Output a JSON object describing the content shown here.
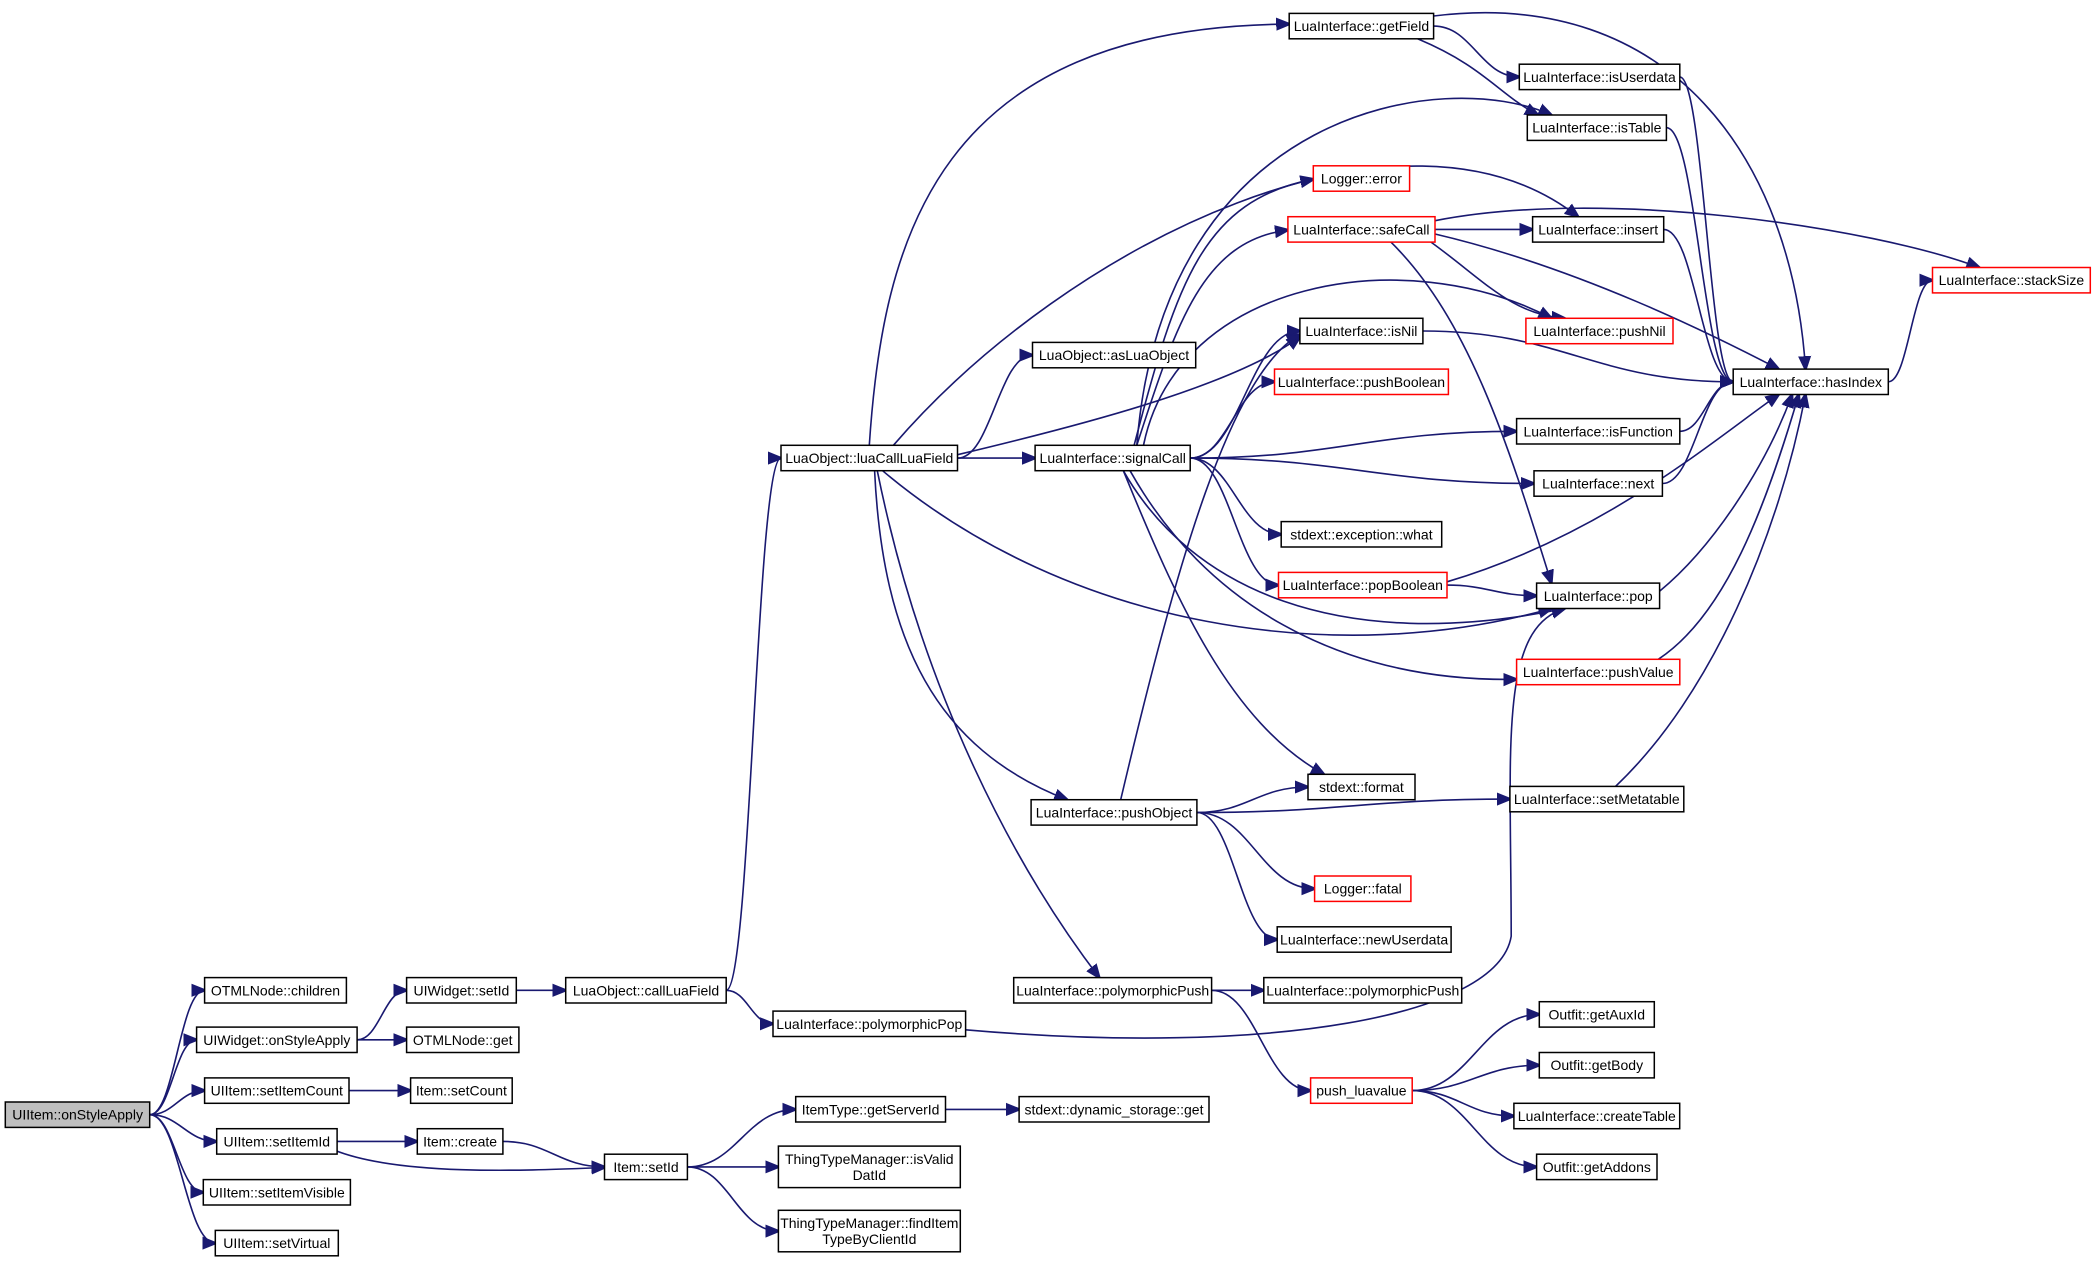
{
  "diagram": {
    "type": "call-graph",
    "nodes": [
      {
        "id": "root",
        "label": [
          "UIItem::onStyleApply"
        ],
        "kind": "root"
      },
      {
        "id": "otml_children",
        "label": [
          "OTMLNode::children"
        ],
        "kind": "normal"
      },
      {
        "id": "uiwidget_onstyle",
        "label": [
          "UIWidget::onStyleApply"
        ],
        "kind": "normal"
      },
      {
        "id": "uiitem_setcount",
        "label": [
          "UIItem::setItemCount"
        ],
        "kind": "normal"
      },
      {
        "id": "uiitem_setid",
        "label": [
          "UIItem::setItemId"
        ],
        "kind": "normal"
      },
      {
        "id": "uiitem_setvisible",
        "label": [
          "UIItem::setItemVisible"
        ],
        "kind": "normal"
      },
      {
        "id": "uiitem_setvirtual",
        "label": [
          "UIItem::setVirtual"
        ],
        "kind": "normal"
      },
      {
        "id": "uiwidget_setid",
        "label": [
          "UIWidget::setId"
        ],
        "kind": "normal"
      },
      {
        "id": "otml_get",
        "label": [
          "OTMLNode::get"
        ],
        "kind": "normal"
      },
      {
        "id": "item_setcount",
        "label": [
          "Item::setCount"
        ],
        "kind": "normal"
      },
      {
        "id": "item_create",
        "label": [
          "Item::create"
        ],
        "kind": "normal"
      },
      {
        "id": "item_setid",
        "label": [
          "Item::setId"
        ],
        "kind": "normal"
      },
      {
        "id": "luaobj_callfield",
        "label": [
          "LuaObject::callLuaField"
        ],
        "kind": "normal"
      },
      {
        "id": "li_polypop",
        "label": [
          "LuaInterface::polymorphicPop"
        ],
        "kind": "normal"
      },
      {
        "id": "itemtype_getserver",
        "label": [
          "ItemType::getServerId"
        ],
        "kind": "normal"
      },
      {
        "id": "ttm_isvalid",
        "label": [
          "ThingTypeManager::isValid",
          "DatId"
        ],
        "kind": "normal"
      },
      {
        "id": "ttm_finditem",
        "label": [
          "ThingTypeManager::findItem",
          "TypeByClientId"
        ],
        "kind": "normal"
      },
      {
        "id": "dyn_storage_get",
        "label": [
          "stdext::dynamic_storage::get"
        ],
        "kind": "normal"
      },
      {
        "id": "luaobj_luacallfield",
        "label": [
          "LuaObject::luaCallLuaField"
        ],
        "kind": "normal"
      },
      {
        "id": "luaobj_asluaobj",
        "label": [
          "LuaObject::asLuaObject"
        ],
        "kind": "normal"
      },
      {
        "id": "li_signalcall",
        "label": [
          "LuaInterface::signalCall"
        ],
        "kind": "normal"
      },
      {
        "id": "li_pushobject",
        "label": [
          "LuaInterface::pushObject"
        ],
        "kind": "normal"
      },
      {
        "id": "li_polypush1",
        "label": [
          "LuaInterface::polymorphicPush"
        ],
        "kind": "normal"
      },
      {
        "id": "li_polypush2",
        "label": [
          "LuaInterface::polymorphicPush"
        ],
        "kind": "normal"
      },
      {
        "id": "push_luavalue",
        "label": [
          "push_luavalue"
        ],
        "kind": "red"
      },
      {
        "id": "li_getfield",
        "label": [
          "LuaInterface::getField"
        ],
        "kind": "normal"
      },
      {
        "id": "li_isuserdata",
        "label": [
          "LuaInterface::isUserdata"
        ],
        "kind": "normal"
      },
      {
        "id": "li_istable",
        "label": [
          "LuaInterface::isTable"
        ],
        "kind": "normal"
      },
      {
        "id": "logger_error",
        "label": [
          "Logger::error"
        ],
        "kind": "red"
      },
      {
        "id": "li_safecall",
        "label": [
          "LuaInterface::safeCall"
        ],
        "kind": "red"
      },
      {
        "id": "li_insert",
        "label": [
          "LuaInterface::insert"
        ],
        "kind": "normal"
      },
      {
        "id": "li_pushnil",
        "label": [
          "LuaInterface::pushNil"
        ],
        "kind": "red"
      },
      {
        "id": "li_isnil",
        "label": [
          "LuaInterface::isNil"
        ],
        "kind": "normal"
      },
      {
        "id": "li_pushboolean",
        "label": [
          "LuaInterface::pushBoolean"
        ],
        "kind": "red"
      },
      {
        "id": "li_isfunction",
        "label": [
          "LuaInterface::isFunction"
        ],
        "kind": "normal"
      },
      {
        "id": "li_next",
        "label": [
          "LuaInterface::next"
        ],
        "kind": "normal"
      },
      {
        "id": "stdext_exc_what",
        "label": [
          "stdext::exception::what"
        ],
        "kind": "normal"
      },
      {
        "id": "li_popboolean",
        "label": [
          "LuaInterface::popBoolean"
        ],
        "kind": "red"
      },
      {
        "id": "li_pop",
        "label": [
          "LuaInterface::pop"
        ],
        "kind": "normal"
      },
      {
        "id": "li_pushvalue",
        "label": [
          "LuaInterface::pushValue"
        ],
        "kind": "red"
      },
      {
        "id": "stdext_format",
        "label": [
          "stdext::format"
        ],
        "kind": "normal"
      },
      {
        "id": "li_setmetatable",
        "label": [
          "LuaInterface::setMetatable"
        ],
        "kind": "normal"
      },
      {
        "id": "logger_fatal",
        "label": [
          "Logger::fatal"
        ],
        "kind": "red"
      },
      {
        "id": "li_newuserdata",
        "label": [
          "LuaInterface::newUserdata"
        ],
        "kind": "normal"
      },
      {
        "id": "li_hasindex",
        "label": [
          "LuaInterface::hasIndex"
        ],
        "kind": "normal"
      },
      {
        "id": "li_stacksize",
        "label": [
          "LuaInterface::stackSize"
        ],
        "kind": "red"
      },
      {
        "id": "outfit_getauxid",
        "label": [
          "Outfit::getAuxId"
        ],
        "kind": "normal"
      },
      {
        "id": "outfit_getbody",
        "label": [
          "Outfit::getBody"
        ],
        "kind": "normal"
      },
      {
        "id": "li_createtable",
        "label": [
          "LuaInterface::createTable"
        ],
        "kind": "normal"
      },
      {
        "id": "outfit_getaddons",
        "label": [
          "Outfit::getAddons"
        ],
        "kind": "normal"
      }
    ],
    "edges": [
      [
        "root",
        "otml_children"
      ],
      [
        "root",
        "uiwidget_onstyle"
      ],
      [
        "root",
        "uiitem_setcount"
      ],
      [
        "root",
        "uiitem_setid"
      ],
      [
        "root",
        "uiitem_setvisible"
      ],
      [
        "root",
        "uiitem_setvirtual"
      ],
      [
        "uiwidget_onstyle",
        "uiwidget_setid"
      ],
      [
        "uiwidget_onstyle",
        "otml_get"
      ],
      [
        "uiitem_setcount",
        "item_setcount"
      ],
      [
        "uiitem_setid",
        "item_create"
      ],
      [
        "uiitem_setid",
        "item_setid"
      ],
      [
        "item_create",
        "item_setid"
      ],
      [
        "uiwidget_setid",
        "luaobj_callfield"
      ],
      [
        "luaobj_callfield",
        "luaobj_luacallfield"
      ],
      [
        "luaobj_callfield",
        "li_polypop"
      ],
      [
        "li_polypop",
        "li_pop"
      ],
      [
        "item_setid",
        "itemtype_getserver"
      ],
      [
        "item_setid",
        "ttm_isvalid"
      ],
      [
        "item_setid",
        "ttm_finditem"
      ],
      [
        "itemtype_getserver",
        "dyn_storage_get"
      ],
      [
        "luaobj_luacallfield",
        "li_getfield"
      ],
      [
        "luaobj_luacallfield",
        "li_insert"
      ],
      [
        "luaobj_luacallfield",
        "luaobj_asluaobj"
      ],
      [
        "luaobj_luacallfield",
        "li_isnil"
      ],
      [
        "luaobj_luacallfield",
        "li_signalcall"
      ],
      [
        "luaobj_luacallfield",
        "li_pop"
      ],
      [
        "luaobj_luacallfield",
        "li_pushobject"
      ],
      [
        "luaobj_luacallfield",
        "li_polypush1"
      ],
      [
        "li_signalcall",
        "li_istable"
      ],
      [
        "li_signalcall",
        "logger_error"
      ],
      [
        "li_signalcall",
        "li_safecall"
      ],
      [
        "li_signalcall",
        "li_pushnil"
      ],
      [
        "li_signalcall",
        "li_isnil"
      ],
      [
        "li_signalcall",
        "li_pushboolean"
      ],
      [
        "li_signalcall",
        "li_isfunction"
      ],
      [
        "li_signalcall",
        "li_next"
      ],
      [
        "li_signalcall",
        "stdext_exc_what"
      ],
      [
        "li_signalcall",
        "li_popboolean"
      ],
      [
        "li_signalcall",
        "li_pop"
      ],
      [
        "li_signalcall",
        "li_pushvalue"
      ],
      [
        "li_signalcall",
        "stdext_format"
      ],
      [
        "li_pushobject",
        "li_isnil"
      ],
      [
        "li_pushobject",
        "stdext_format"
      ],
      [
        "li_pushobject",
        "li_setmetatable"
      ],
      [
        "li_pushobject",
        "logger_fatal"
      ],
      [
        "li_pushobject",
        "li_newuserdata"
      ],
      [
        "li_polypush1",
        "li_polypush2"
      ],
      [
        "li_polypush1",
        "push_luavalue"
      ],
      [
        "push_luavalue",
        "outfit_getauxid"
      ],
      [
        "push_luavalue",
        "outfit_getbody"
      ],
      [
        "push_luavalue",
        "li_createtable"
      ],
      [
        "push_luavalue",
        "outfit_getaddons"
      ],
      [
        "li_getfield",
        "li_isuserdata"
      ],
      [
        "li_getfield",
        "li_istable"
      ],
      [
        "li_getfield",
        "li_hasindex"
      ],
      [
        "li_isuserdata",
        "li_hasindex"
      ],
      [
        "li_istable",
        "li_hasindex"
      ],
      [
        "li_safecall",
        "li_insert"
      ],
      [
        "li_safecall",
        "li_stacksize"
      ],
      [
        "li_safecall",
        "li_pushnil"
      ],
      [
        "li_safecall",
        "li_hasindex"
      ],
      [
        "li_safecall",
        "li_pop"
      ],
      [
        "li_insert",
        "li_hasindex"
      ],
      [
        "li_isnil",
        "li_hasindex"
      ],
      [
        "li_isfunction",
        "li_hasindex"
      ],
      [
        "li_next",
        "li_hasindex"
      ],
      [
        "li_popboolean",
        "li_pop"
      ],
      [
        "li_popboolean",
        "li_hasindex"
      ],
      [
        "li_pop",
        "li_hasindex"
      ],
      [
        "li_pushvalue",
        "li_hasindex"
      ],
      [
        "li_setmetatable",
        "li_hasindex"
      ],
      [
        "li_hasindex",
        "li_stacksize"
      ]
    ]
  }
}
